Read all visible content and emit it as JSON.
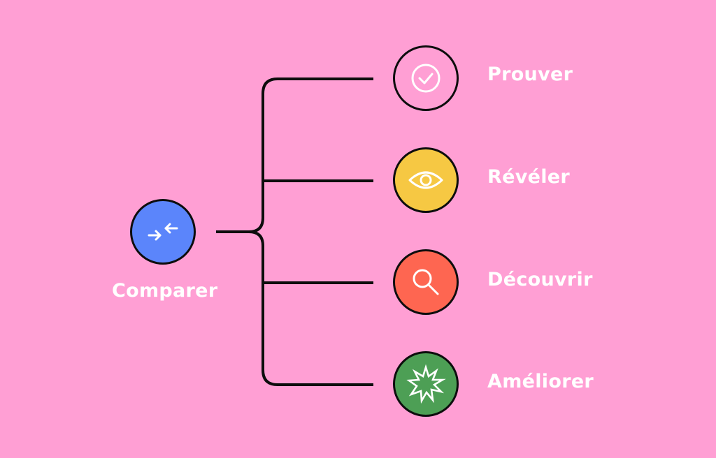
{
  "root": {
    "label": "Comparer",
    "icon": "arrows-converge-icon",
    "color": "#5b85fb"
  },
  "branches": [
    {
      "label": "Prouver",
      "icon": "checkmark-circle-icon",
      "color": "#ff9fd4"
    },
    {
      "label": "Révéler",
      "icon": "eye-icon",
      "color": "#f6c843"
    },
    {
      "label": "Découvrir",
      "icon": "magnifier-icon",
      "color": "#fe6651"
    },
    {
      "label": "Améliorer",
      "icon": "starburst-icon",
      "color": "#4d9f55"
    }
  ]
}
